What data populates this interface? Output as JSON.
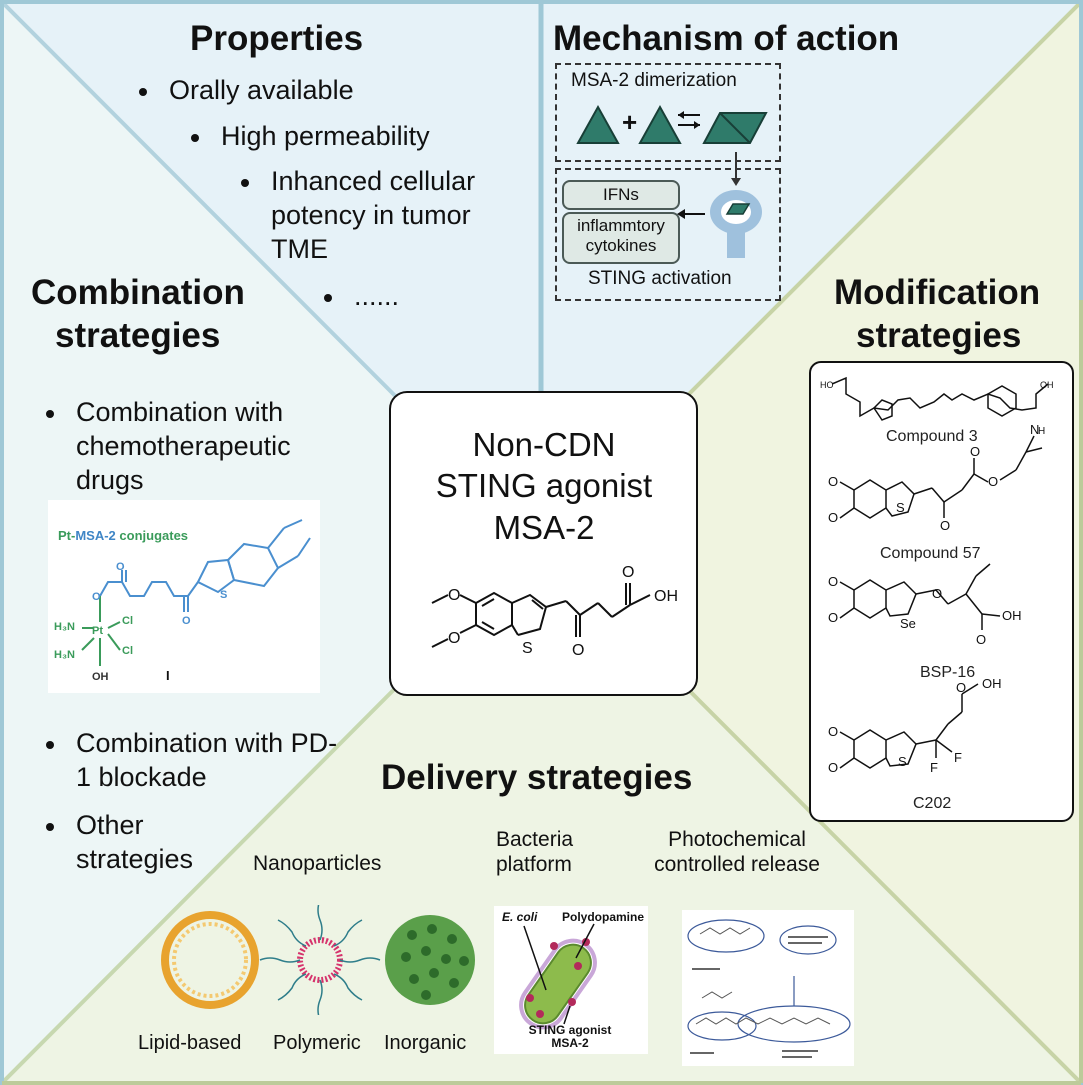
{
  "properties": {
    "title": "Properties",
    "items": [
      "Orally available",
      "High permeability",
      "Inhanced cellular potency in tumor TME",
      "......"
    ]
  },
  "mechanism": {
    "title": "Mechanism of action",
    "dimerization_label": "MSA-2 dimerization",
    "activation_label": "STING activation",
    "outputs": [
      "IFNs",
      "inflammtory cytokines"
    ]
  },
  "combination": {
    "title_line1": "Combination",
    "title_line2": "strategies",
    "items": [
      "Combination with chemotherapeutic drugs",
      "Combination with PD-1 blockade",
      "Other strategies"
    ],
    "figure": {
      "title_pt": "Pt-",
      "title_msa": "MSA-2",
      "title_rest": " conjugates",
      "label": "I"
    }
  },
  "center": {
    "line1": "Non-CDN",
    "line2": "STING agonist",
    "line3": "MSA-2"
  },
  "modification": {
    "title_line1": "Modification",
    "title_line2": "strategies",
    "compounds": [
      "Compound 3",
      "Compound 57",
      "BSP-16",
      "C202"
    ]
  },
  "delivery": {
    "title": "Delivery strategies",
    "nanoparticles_label": "Nanoparticles",
    "nano_types": [
      "Lipid-based",
      "Polymeric",
      "Inorganic"
    ],
    "bacteria_label": "Bacteria platform",
    "bacteria_figure": {
      "ecoli": "E. coli",
      "coating": "Polydopamine",
      "agonist": "STING agonist MSA-2"
    },
    "photo_label": "Photochemical controlled release"
  },
  "colors": {
    "top_quadrant": "#e6f2f8",
    "left_quadrant": "#edf6f6",
    "right_quadrant": "#f0f4e0",
    "bottom_quadrant": "#eef4e4",
    "border_blue": "#9fc8d6",
    "border_green": "#bccb9a",
    "triangle_teal": "#2f7b6a"
  }
}
